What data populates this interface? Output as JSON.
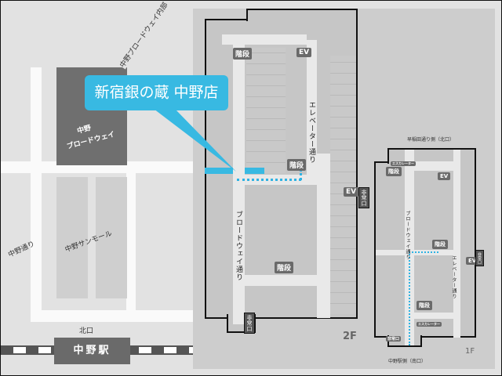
{
  "callout": {
    "title": "新宿銀の蔵 中野店",
    "color": "#38b9e2"
  },
  "area": {
    "street_diagonal": "中野ブロードウェイ内部",
    "broadway_block": [
      "中野",
      "ブロードウェイ"
    ],
    "sunmall": "中野サンモール",
    "nakano_dori": "中野通り",
    "north_exit": "北口",
    "station": "中野駅"
  },
  "floor2": {
    "floor": "2F",
    "stairs": "階段",
    "ev": "EV",
    "emergency": "非常口",
    "elevator_street": "エレベーター通り",
    "broadway_street": "ブロードウェイ通り"
  },
  "floor1": {
    "floor": "1F",
    "north_side": "早稲田通り側（北口）",
    "south_side": "中野駅側（南口）",
    "stairs": "階段",
    "ev": "EV",
    "escalator": "エスカレーター",
    "emergency": "非常口",
    "elevator_street": "エレベーター通り",
    "broadway_street": "ブロードウェイ通り"
  }
}
